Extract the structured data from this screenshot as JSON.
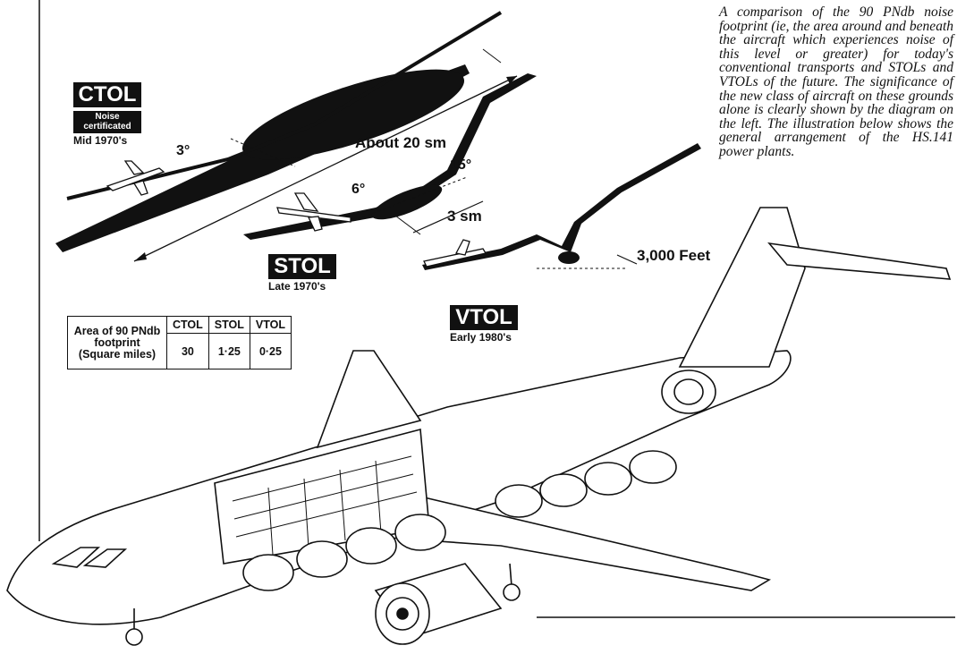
{
  "caption": "A comparison of the 90 PNdb noise footprint (ie, the area around and beneath the aircraft which experiences noise of this level or greater) for today's conventional transports and STOLs and VTOLs of the future. The significance of the new class of aircraft on these grounds alone is clearly shown by the diagram on the left. The illustration below shows the general arrangement of the HS.141 power plants.",
  "ctol": {
    "badge": "CTOL",
    "sub_badge": "Noise certificated",
    "era": "Mid 1970's",
    "angle": "3°",
    "distance": "About 20 sm"
  },
  "stol": {
    "badge": "STOL",
    "era": "Late 1970's",
    "angle": "6°",
    "climb_angle": "15°",
    "distance": "3 sm"
  },
  "vtol": {
    "badge": "VTOL",
    "era": "Early 1980's",
    "distance": "3,000 Feet"
  },
  "table": {
    "row_header": "Area of 90 PNdb footprint (Square miles)",
    "columns": [
      "CTOL",
      "STOL",
      "VTOL"
    ],
    "values": [
      "30",
      "1·25",
      "0·25"
    ]
  },
  "colors": {
    "ink": "#111111",
    "paper": "#ffffff"
  }
}
